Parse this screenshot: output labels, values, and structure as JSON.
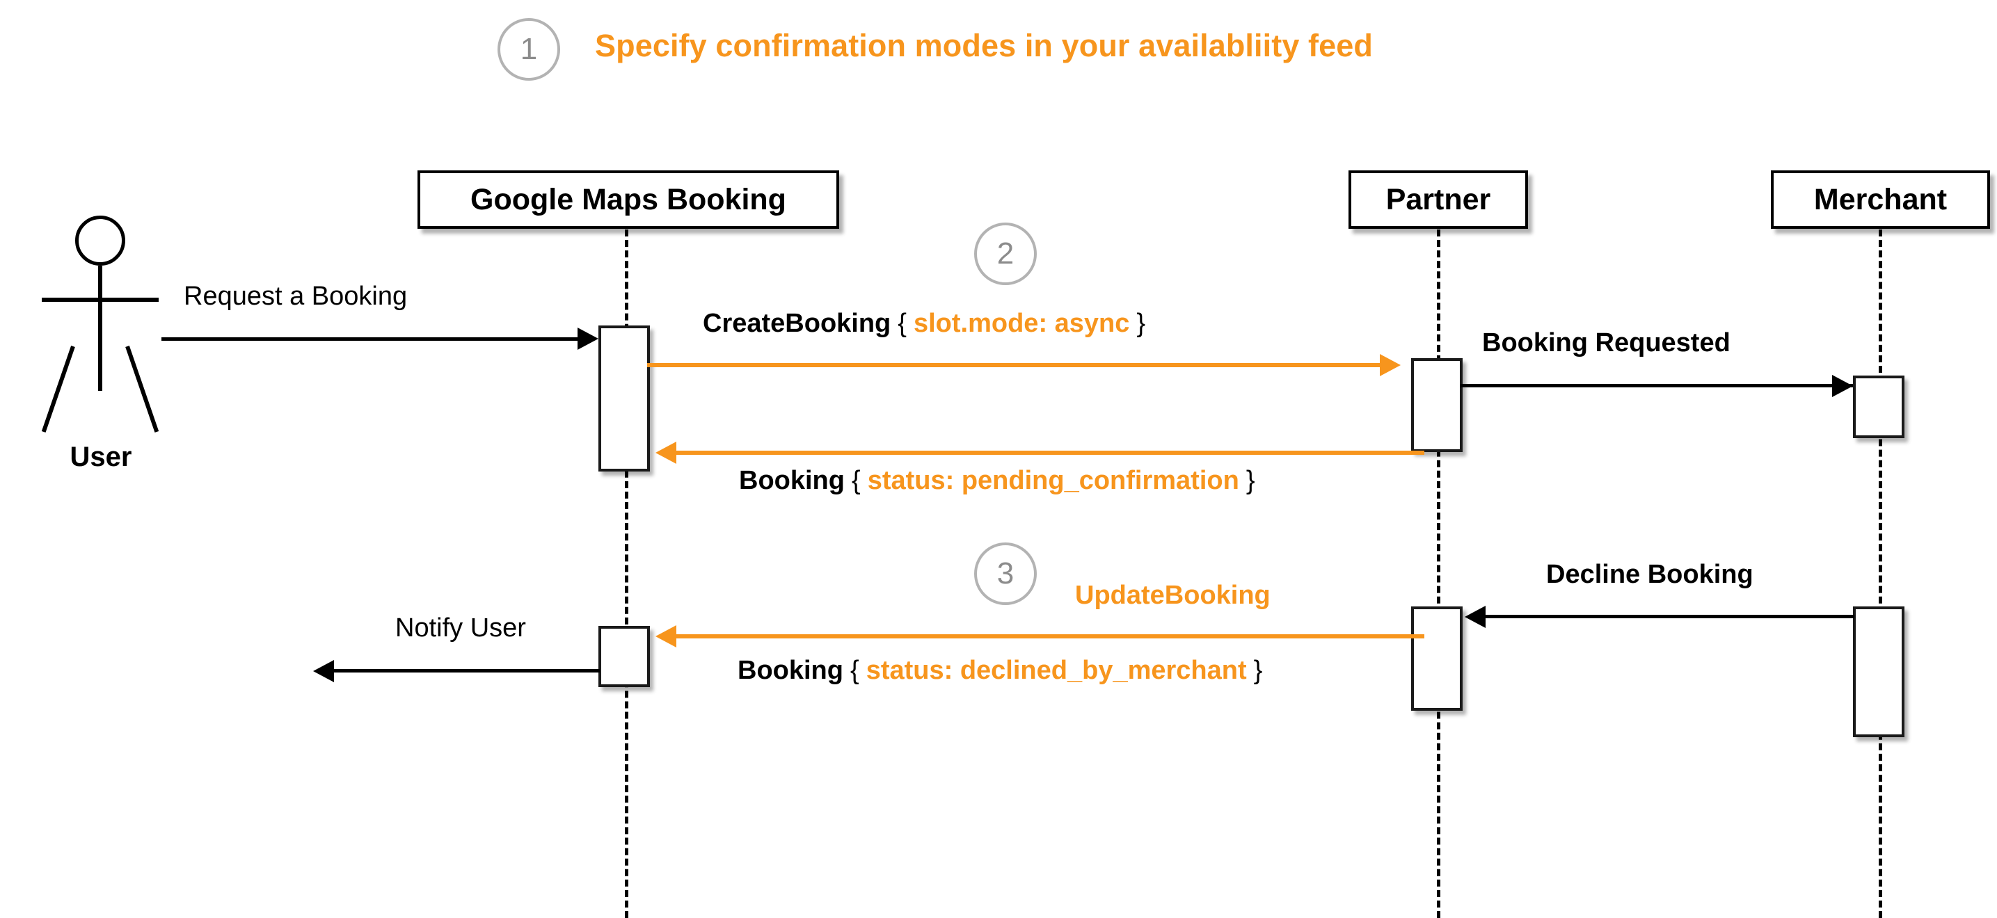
{
  "diagram": {
    "type": "sequence-diagram",
    "title": {
      "step": "1",
      "text": "Specify confirmation modes in your availabliity feed"
    },
    "steps": [
      {
        "number": "1"
      },
      {
        "number": "2"
      },
      {
        "number": "3"
      }
    ],
    "actors": [
      {
        "id": "user",
        "label": "User",
        "kind": "stick-figure"
      },
      {
        "id": "gmb",
        "label": "Google Maps Booking",
        "kind": "box"
      },
      {
        "id": "partner",
        "label": "Partner",
        "kind": "box"
      },
      {
        "id": "merchant",
        "label": "Merchant",
        "kind": "box"
      }
    ],
    "messages": [
      {
        "id": "request-a-booking",
        "from": "user",
        "to": "gmb",
        "color": "black",
        "direction": "right",
        "segments": [
          {
            "text": "Request a Booking",
            "style": "plain"
          }
        ]
      },
      {
        "id": "create-booking",
        "from": "gmb",
        "to": "partner",
        "color": "orange",
        "direction": "right",
        "segments": [
          {
            "text": "CreateBooking",
            "style": "bold"
          },
          {
            "text": "{",
            "style": "plain"
          },
          {
            "text": "slot.mode: async",
            "style": "bold-orange"
          },
          {
            "text": "}",
            "style": "plain"
          }
        ]
      },
      {
        "id": "booking-requested",
        "from": "partner",
        "to": "merchant",
        "color": "black",
        "direction": "right",
        "segments": [
          {
            "text": "Booking Requested",
            "style": "bold"
          }
        ]
      },
      {
        "id": "booking-pending-confirmation",
        "from": "partner",
        "to": "gmb",
        "color": "orange",
        "direction": "left",
        "segments": [
          {
            "text": "Booking",
            "style": "bold"
          },
          {
            "text": "{",
            "style": "plain"
          },
          {
            "text": "status: pending_confirmation",
            "style": "bold-orange"
          },
          {
            "text": "}",
            "style": "plain"
          }
        ]
      },
      {
        "id": "decline-booking",
        "from": "merchant",
        "to": "partner",
        "color": "black",
        "direction": "left",
        "segments": [
          {
            "text": "Decline Booking",
            "style": "bold"
          }
        ]
      },
      {
        "id": "update-booking",
        "from": "partner",
        "to": "gmb",
        "color": "orange",
        "direction": "left",
        "segments": [
          {
            "text": "UpdateBooking",
            "style": "bold-orange"
          }
        ]
      },
      {
        "id": "booking-declined-by-merchant",
        "from": "partner",
        "to": "gmb",
        "color": "orange",
        "direction": "left",
        "segments": [
          {
            "text": "Booking",
            "style": "bold"
          },
          {
            "text": "{",
            "style": "plain"
          },
          {
            "text": "status: declined_by_merchant",
            "style": "bold-orange"
          },
          {
            "text": "}",
            "style": "plain"
          }
        ]
      },
      {
        "id": "notify-user",
        "from": "gmb",
        "to": "user",
        "color": "black",
        "direction": "left",
        "segments": [
          {
            "text": "Notify User",
            "style": "plain"
          }
        ]
      }
    ],
    "colors": {
      "accent": "#f7951d",
      "line": "#000000",
      "step_circle": "#b3b3b3",
      "background": "#ffffff"
    }
  }
}
